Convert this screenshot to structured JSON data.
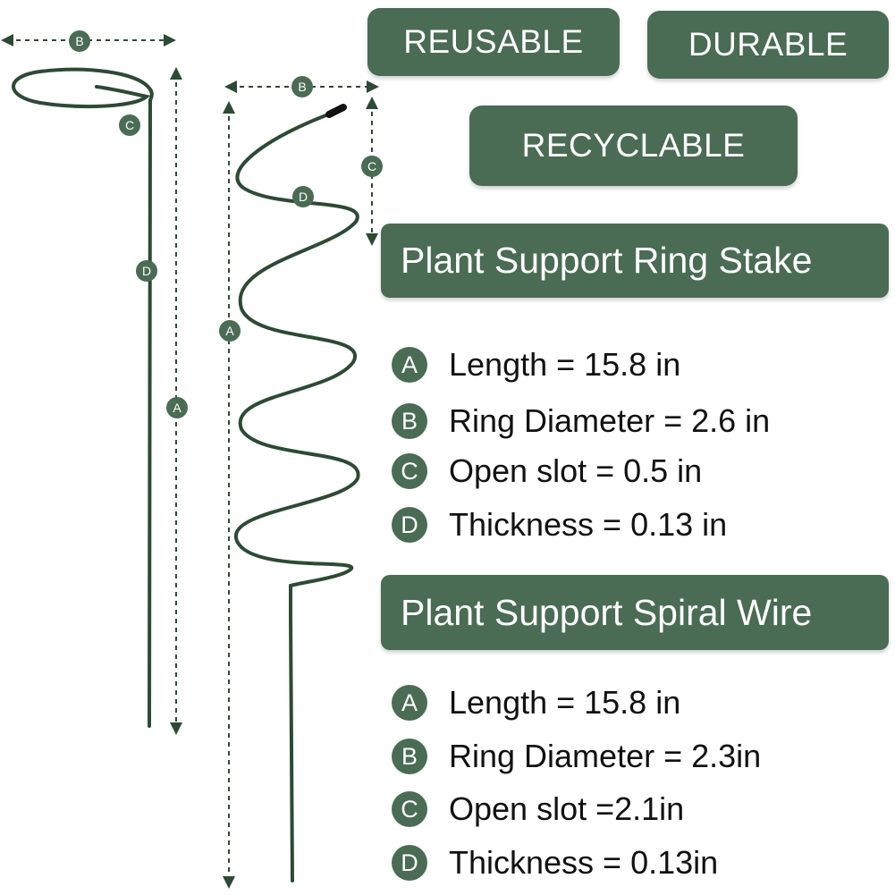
{
  "feature_tags": [
    "REUSABLE",
    "DURABLE",
    "RECYCLABLE"
  ],
  "colors": {
    "accent": "#4a6b54",
    "wire": "#2c4a34",
    "text": "#111111"
  },
  "dimension_letters": {
    "a": "A",
    "b": "B",
    "c": "C",
    "d": "D"
  },
  "ring_stake": {
    "title": "Plant Support Ring Stake",
    "specs": [
      {
        "badge": "A",
        "text": "Length = 15.8 in"
      },
      {
        "badge": "B",
        "text": "Ring Diameter = 2.6 in"
      },
      {
        "badge": "C",
        "text": "Open slot = 0.5 in"
      },
      {
        "badge": "D",
        "text": "Thickness = 0.13 in"
      }
    ]
  },
  "spiral_wire": {
    "title": "Plant Support Spiral Wire",
    "specs": [
      {
        "badge": "A",
        "text": "Length = 15.8 in"
      },
      {
        "badge": "B",
        "text": "Ring Diameter = 2.3in"
      },
      {
        "badge": "C",
        "text": "Open slot =2.1in"
      },
      {
        "badge": "D",
        "text": "Thickness = 0.13in"
      }
    ]
  }
}
